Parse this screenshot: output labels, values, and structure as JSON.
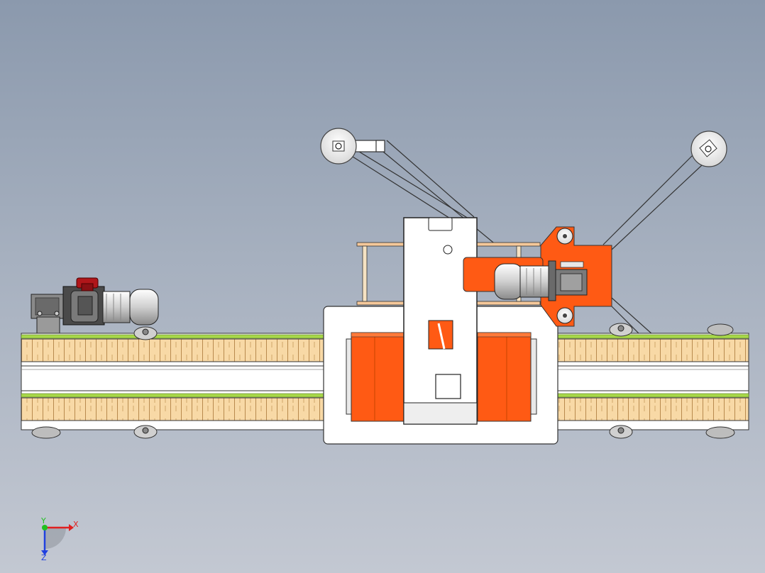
{
  "viewport": {
    "background_top": "#8b99ad",
    "background_bottom": "#c3c8d2"
  },
  "colors": {
    "orange": "#ff5a14",
    "orange_dark": "#c84400",
    "wood": "#f8d9a6",
    "wood_line": "#c79a5c",
    "green_rail": "#a8d84a",
    "white_panel": "#ffffff",
    "steel": "#d8d8d8",
    "steel_dark": "#5a5a5a",
    "handwheel_red": "#b0161a",
    "outline": "#222222"
  },
  "triad": {
    "x_label": "X",
    "y_label": "Y",
    "z_label": "Z",
    "x_color": "#e02020",
    "y_color": "#20c020",
    "z_color": "#2040e0"
  },
  "icons": {
    "orientation_triad": "axis-triad-icon"
  }
}
